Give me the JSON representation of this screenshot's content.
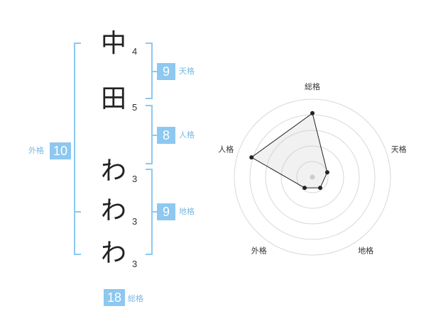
{
  "name_chars": [
    {
      "char": "中",
      "strokes": "4"
    },
    {
      "char": "田",
      "strokes": "5"
    },
    {
      "char": "わ",
      "strokes": "3"
    },
    {
      "char": "わ",
      "strokes": "3"
    },
    {
      "char": "わ",
      "strokes": "3"
    }
  ],
  "kakusu": {
    "tenkaku": {
      "value": "9",
      "label": "天格"
    },
    "jinkaku": {
      "value": "8",
      "label": "人格"
    },
    "chikaku": {
      "value": "9",
      "label": "地格"
    },
    "gaikaku": {
      "value": "10",
      "label": "外格"
    },
    "soukaku": {
      "value": "18",
      "label": "総格"
    }
  },
  "colors": {
    "accent": "#8cc8f0",
    "label": "#7ab8e0"
  },
  "chart_data": {
    "type": "radar",
    "axes": [
      "総格",
      "天格",
      "地格",
      "外格",
      "人格"
    ],
    "values": [
      0.82,
      0.2,
      0.17,
      0.17,
      0.82
    ],
    "range": [
      0,
      1
    ],
    "rings": 5
  }
}
